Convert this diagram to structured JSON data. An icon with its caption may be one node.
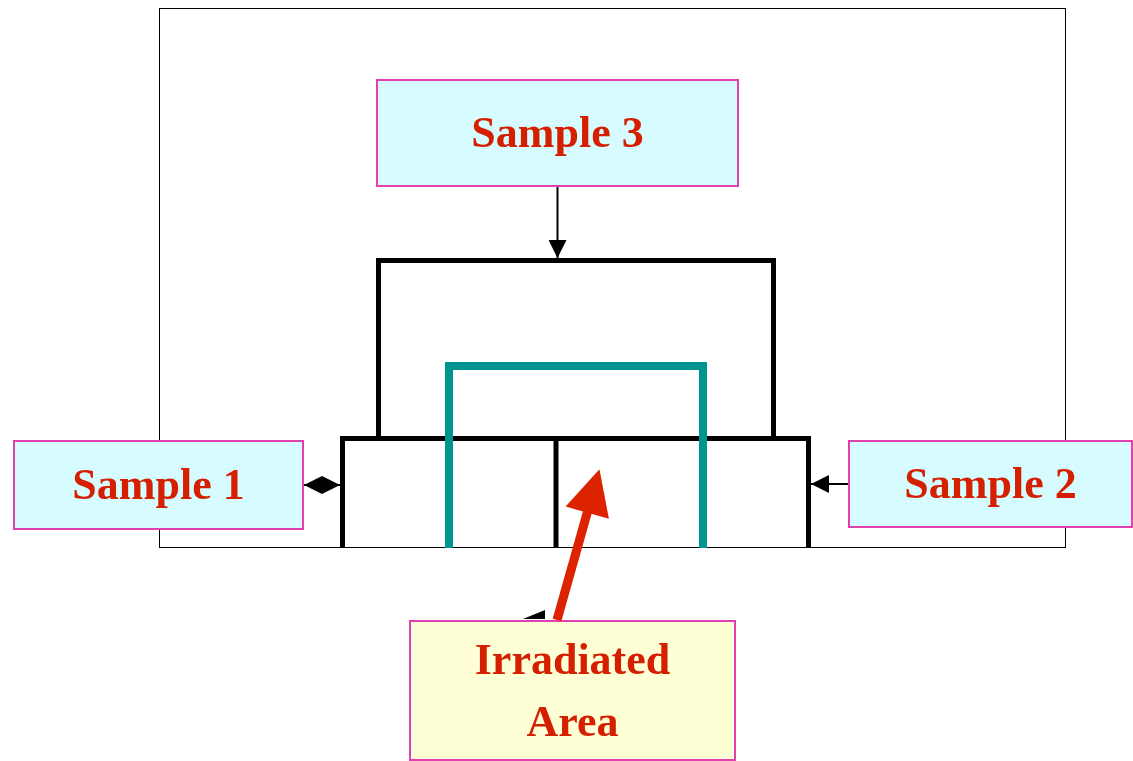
{
  "diagram": {
    "nodes": [
      {
        "text": [
          "Sample 3"
        ]
      },
      {
        "text": [
          "Sample 1"
        ]
      },
      {
        "text": [
          "Sample 2"
        ]
      },
      {
        "text": [
          "Irradiated Area"
        ]
      },
      {
        "text": [],
        "shape": "box"
      },
      {
        "text": [],
        "shape": "box"
      }
    ],
    "edges": [
      {
        "from": 0,
        "to": 4,
        "arrow": "to"
      },
      {
        "from": 1,
        "to": 5,
        "arrow": "both"
      },
      {
        "from": 2,
        "to": 5,
        "arrow": "to"
      },
      {
        "from": 3,
        "to": 5,
        "arrow": "to",
        "style": "thick",
        "color": "#dd2200"
      }
    ]
  }
}
